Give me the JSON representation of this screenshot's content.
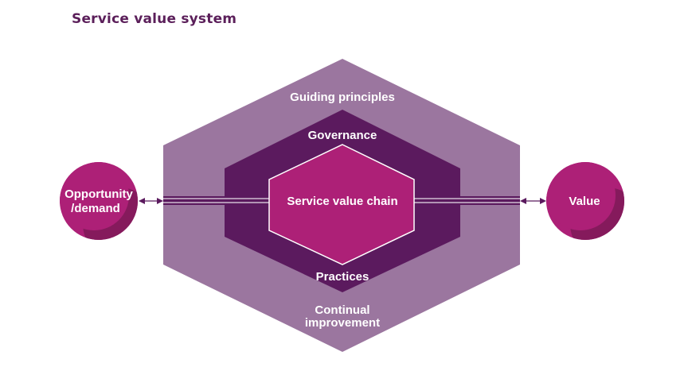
{
  "title": "Service value system",
  "labels": {
    "guiding_principles": "Guiding principles",
    "governance": "Governance",
    "service_value_chain": "Service value chain",
    "practices": "Practices",
    "continual_improvement_line1": "Continual",
    "continual_improvement_line2": "improvement",
    "opportunity_line1": "Opportunity",
    "opportunity_line2": "/demand",
    "value": "Value"
  },
  "colors": {
    "title": "#5b1f5a",
    "outer_hexagon": "#9b769f",
    "middle_hexagon": "#5b1a5e",
    "inner_hexagon": "#ad2077",
    "circle_fill": "#ad2077",
    "circle_shade": "#851a5c",
    "connector": "#5b1a5e"
  }
}
